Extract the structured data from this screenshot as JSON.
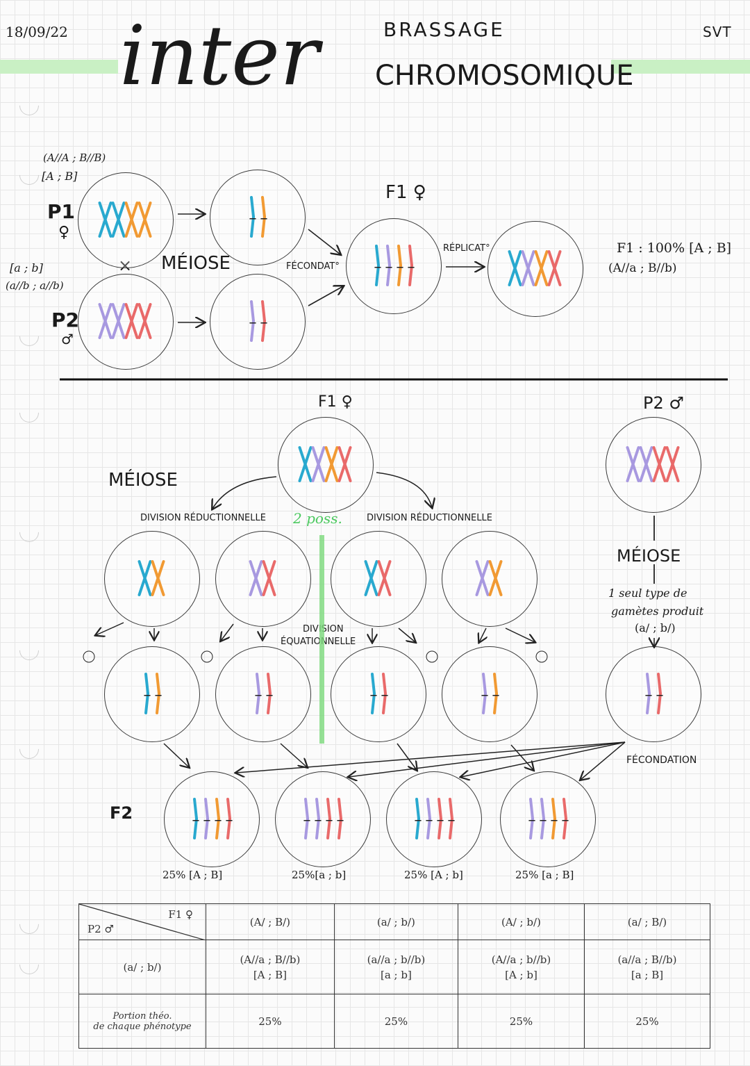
{
  "header": {
    "date": "18/09/22",
    "title_script": "inter",
    "title_line1": "BRASSAGE",
    "title_line2": "CHROMOSOMIQUE",
    "subject": "SVT"
  },
  "part1": {
    "p1_genotype": "(A//A ; B//B)",
    "p1_phenotype": "[A ; B]",
    "p1_label": "P1",
    "female_symbol": "♀",
    "cross_symbol": "×",
    "p2_phenotype": "[a ; b]",
    "p2_genotype": "(a//b ; a//b)",
    "p2_label": "P2",
    "male_symbol": "♂",
    "meiose_label": "MÉIOSE",
    "fecondation_label": "FÉCONDAT°",
    "f1_label": "F1 ♀",
    "replication_label": "RÉPLICAT°",
    "f1_result_line1": "F1 : 100% [A ; B]",
    "f1_result_line2": "(A//a ; B//b)"
  },
  "part2": {
    "f1_label": "F1 ♀",
    "p2_label": "P2 ♂",
    "meiose_label": "MÉIOSE",
    "div_reduc_left": "DIVISION RÉDUCTIONNELLE",
    "two_possibilities": "2 poss.",
    "div_reduc_right": "DIVISION RÉDUCTIONNELLE",
    "div_equat_line1": "DIVISION",
    "div_equat_line2": "ÉQUATIONNELLE",
    "p2_meiose": "MÉIOSE",
    "p2_note_line1": "1 seul type de",
    "p2_note_line2": "gamètes produit",
    "p2_note_line3": "(a/ ; b/)",
    "fecondation": "FÉCONDATION",
    "f2_label": "F2",
    "f2_results": [
      "25% [A ; B]",
      "25%[a ; b]",
      "25% [A ; b]",
      "25% [a ; B]"
    ]
  },
  "table": {
    "corner_top": "F1 ♀",
    "corner_bottom": "P2 ♂",
    "columns": [
      "(A/ ; B/)",
      "(a/ ; b/)",
      "(A/ ; b/)",
      "(a/ ; B/)"
    ],
    "row_gamete": "(a/ ; b/)",
    "cells_genotype": [
      "(A//a ; B//b)",
      "(a//a ; b//b)",
      "(A//a ; b//b)",
      "(a//a ; B//b)"
    ],
    "cells_phenotype": [
      "[A ; B]",
      "[a ; b]",
      "[A ; b]",
      "[a ; B]"
    ],
    "row_proportion_line1": "Portion théo.",
    "row_proportion_line2": "de chaque phénotype",
    "proportions": [
      "25%",
      "25%",
      "25%",
      "25%"
    ]
  },
  "colors": {
    "allele_A": "#29a9cf",
    "allele_a": "#a899e0",
    "allele_B": "#f19a33",
    "allele_b": "#e96a6a",
    "highlight": "#c9f0c4"
  }
}
